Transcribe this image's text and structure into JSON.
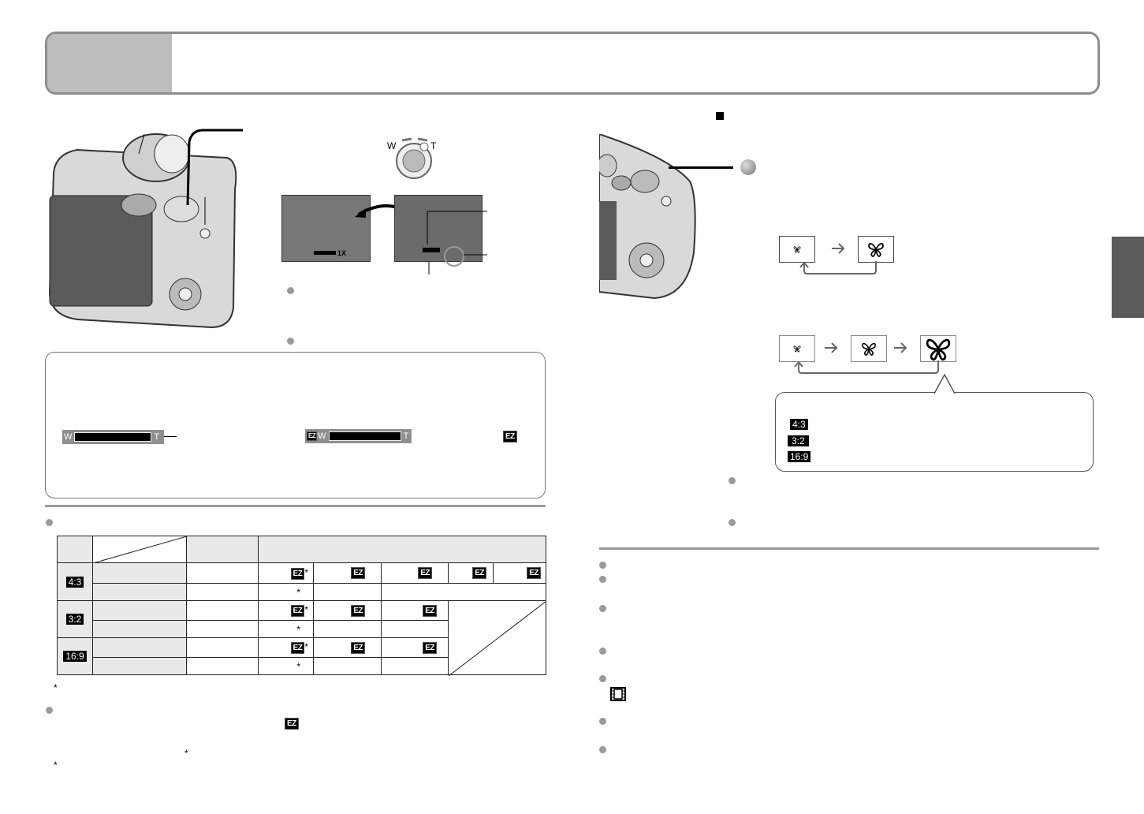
{
  "header": {
    "tab_color": "#bdbdbd",
    "border_color": "#8d8d8d"
  },
  "zoom_lever": {
    "wide_label": "W",
    "tele_label": "T"
  },
  "screens": {
    "left_zoom_readout": "1X"
  },
  "zoom_bars": {
    "optical": {
      "wide_label": "W",
      "tele_label": "T"
    },
    "extended": {
      "ez_label": "EZ",
      "wide_label": "W",
      "tele_label": "T"
    },
    "ez_icon": "EZ"
  },
  "table": {
    "ratios": [
      "4:3",
      "3:2",
      "16:9"
    ],
    "ez_label": "EZ",
    "asterisk": "*"
  },
  "notes": {
    "ez_icon": "EZ",
    "asterisk": "*"
  },
  "callout": {
    "ratios": [
      "4:3",
      "3:2",
      "16:9"
    ]
  },
  "icons": {
    "movie": "film-icon",
    "square": "black-square-icon"
  },
  "colors": {
    "bullet": "#9a9a9a",
    "side_tab": "#5a5a5a",
    "rule": "#9a9a9a"
  }
}
